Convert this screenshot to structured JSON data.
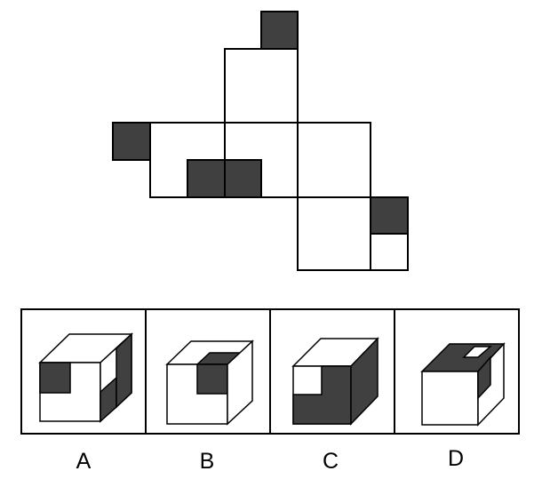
{
  "colors": {
    "line": "#000000",
    "shade": "#404040",
    "background": "#ffffff"
  },
  "net": {
    "description_visible": false
  },
  "options": [
    {
      "label": "A"
    },
    {
      "label": "B"
    },
    {
      "label": "C"
    },
    {
      "label": "D"
    }
  ]
}
